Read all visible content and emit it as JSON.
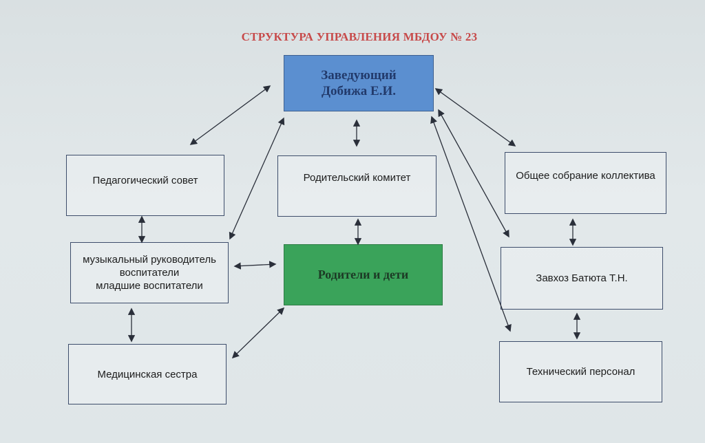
{
  "title": "СТРУКТУРА УПРАВЛЕНИЯ МБДОУ № 23",
  "nodes": {
    "head": {
      "line1": "Заведующий",
      "line2": "Добижа Е.И."
    },
    "ped_sovet": "Педагогический совет",
    "rod_komitet": "Родительский комитет",
    "obshee_sobranie": "Общее собрание коллектива",
    "vospitateli": {
      "line1": "музыкальный руководитель",
      "line2": "воспитатели",
      "line3": "младшие воспитатели"
    },
    "roditeli_deti": "Родители и дети",
    "zavhoz": "Завхоз Батюта Т.Н.",
    "med_sestra": "Медицинская сестра",
    "tech_personal": "Технический персонал"
  },
  "colors": {
    "title": "#c74a4a",
    "head_fill": "#5b8fd0",
    "center_fill": "#3aa35a",
    "border": "#3c4c6a",
    "arrow": "#2a2f3a"
  }
}
